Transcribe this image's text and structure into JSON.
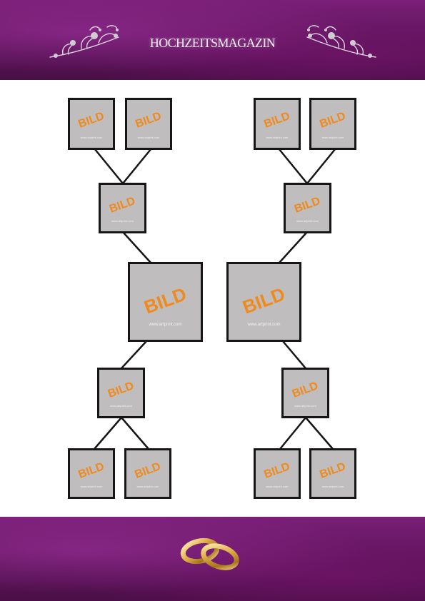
{
  "header": {
    "title": "HOCHZEITSMAGAZIN"
  },
  "frames": {
    "bild_label": "BILD",
    "watermark": "www.artprint.com"
  },
  "colors": {
    "band": "#5c1459",
    "frame": "#bfbdbd",
    "accent": "#f08a1c",
    "line": "#161616"
  },
  "icons": [
    "floral-ornament-icon",
    "wedding-rings-icon"
  ]
}
